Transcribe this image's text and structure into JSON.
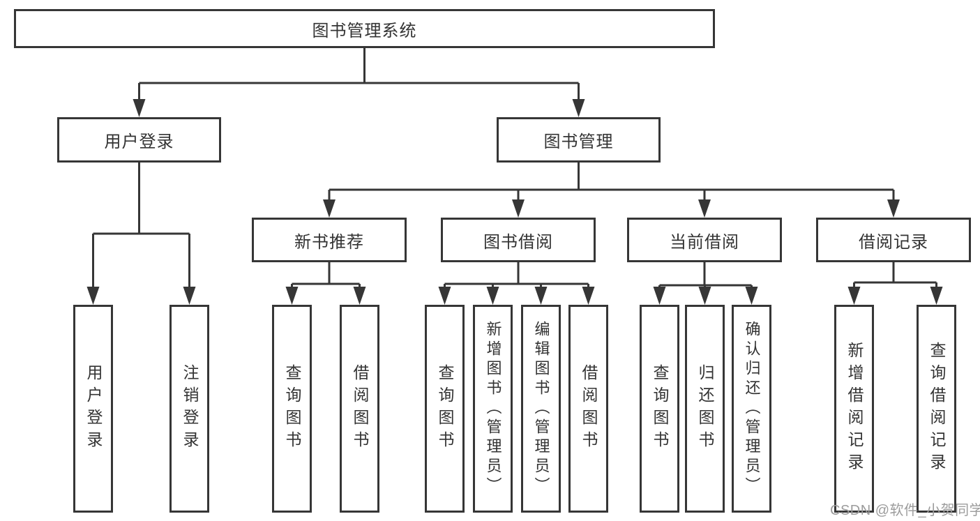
{
  "colors": {
    "line": "#363636",
    "text": "#333333",
    "bg": "#ffffff",
    "watermark": "#9c9c9c"
  },
  "diagram": {
    "type": "hierarchy-structure-chart",
    "root": {
      "label": "图书管理系统"
    },
    "level2": [
      {
        "label": "用户登录"
      },
      {
        "label": "图书管理"
      }
    ],
    "level3": [
      {
        "label": "新书推荐",
        "parent": "图书管理"
      },
      {
        "label": "图书借阅",
        "parent": "图书管理"
      },
      {
        "label": "当前借阅",
        "parent": "图书管理"
      },
      {
        "label": "借阅记录",
        "parent": "图书管理"
      }
    ],
    "leaves": [
      {
        "label": "用户登录",
        "parent": "用户登录"
      },
      {
        "label": "注销登录",
        "parent": "用户登录"
      },
      {
        "label": "查询图书",
        "parent": "新书推荐"
      },
      {
        "label": "借阅图书",
        "parent": "新书推荐"
      },
      {
        "label": "查询图书",
        "parent": "图书借阅"
      },
      {
        "label": "新增图书（管理员）",
        "parent": "图书借阅"
      },
      {
        "label": "编辑图书（管理员）",
        "parent": "图书借阅"
      },
      {
        "label": "借阅图书",
        "parent": "图书借阅"
      },
      {
        "label": "查询图书",
        "parent": "当前借阅"
      },
      {
        "label": "归还图书",
        "parent": "当前借阅"
      },
      {
        "label": "确认归还（管理员）",
        "parent": "当前借阅"
      },
      {
        "label": "新增借阅记录",
        "parent": "借阅记录"
      },
      {
        "label": "查询借阅记录",
        "parent": "借阅记录"
      }
    ]
  },
  "watermark": {
    "text": "CSDN @软件_小贺同学"
  }
}
